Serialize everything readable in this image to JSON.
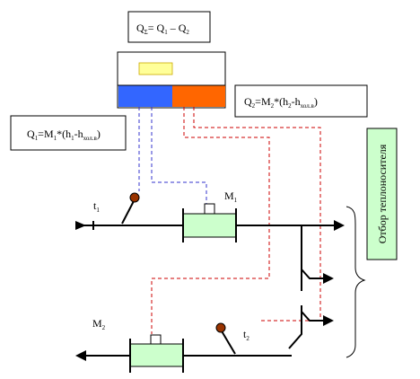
{
  "formulas": {
    "q_sum": {
      "q": "Q",
      "q_sub": "Σ",
      "eq": "= Q",
      "s1": "1",
      "minus": " – Q",
      "s2": "2"
    },
    "q1": {
      "q": "Q",
      "q_sub": "1",
      "eq": "=M",
      "m_sub": "1",
      "op": "*(h",
      "h_sub": "1",
      "dash": "-h",
      "tail_sub": "хол.в",
      "close": ")"
    },
    "q2": {
      "q": "Q",
      "q_sub": "2",
      "eq": "=M",
      "m_sub": "2",
      "op": "*(h",
      "h_sub": "2",
      "dash": "-h",
      "tail_sub": "хол.в",
      "close": ")"
    }
  },
  "labels": {
    "t_top": "t",
    "t_top_sub": "1",
    "m_top": "M",
    "m_top_sub": "1",
    "m_bottom": "M",
    "m_bottom_sub": "2",
    "t_bottom": "t",
    "t_bottom_sub": "2"
  },
  "side_label": "Отбор теплоносителя",
  "colors": {
    "blue_panel": "#3366ff",
    "orange_panel": "#ff6600",
    "yellow_display": "#ffff99",
    "flowmeter_fill": "#ccffcc",
    "side_label_bg": "#ccffcc",
    "sensor_fill": "#993300",
    "blue_dash": "#3333cc",
    "red_dash": "#cc0000"
  }
}
